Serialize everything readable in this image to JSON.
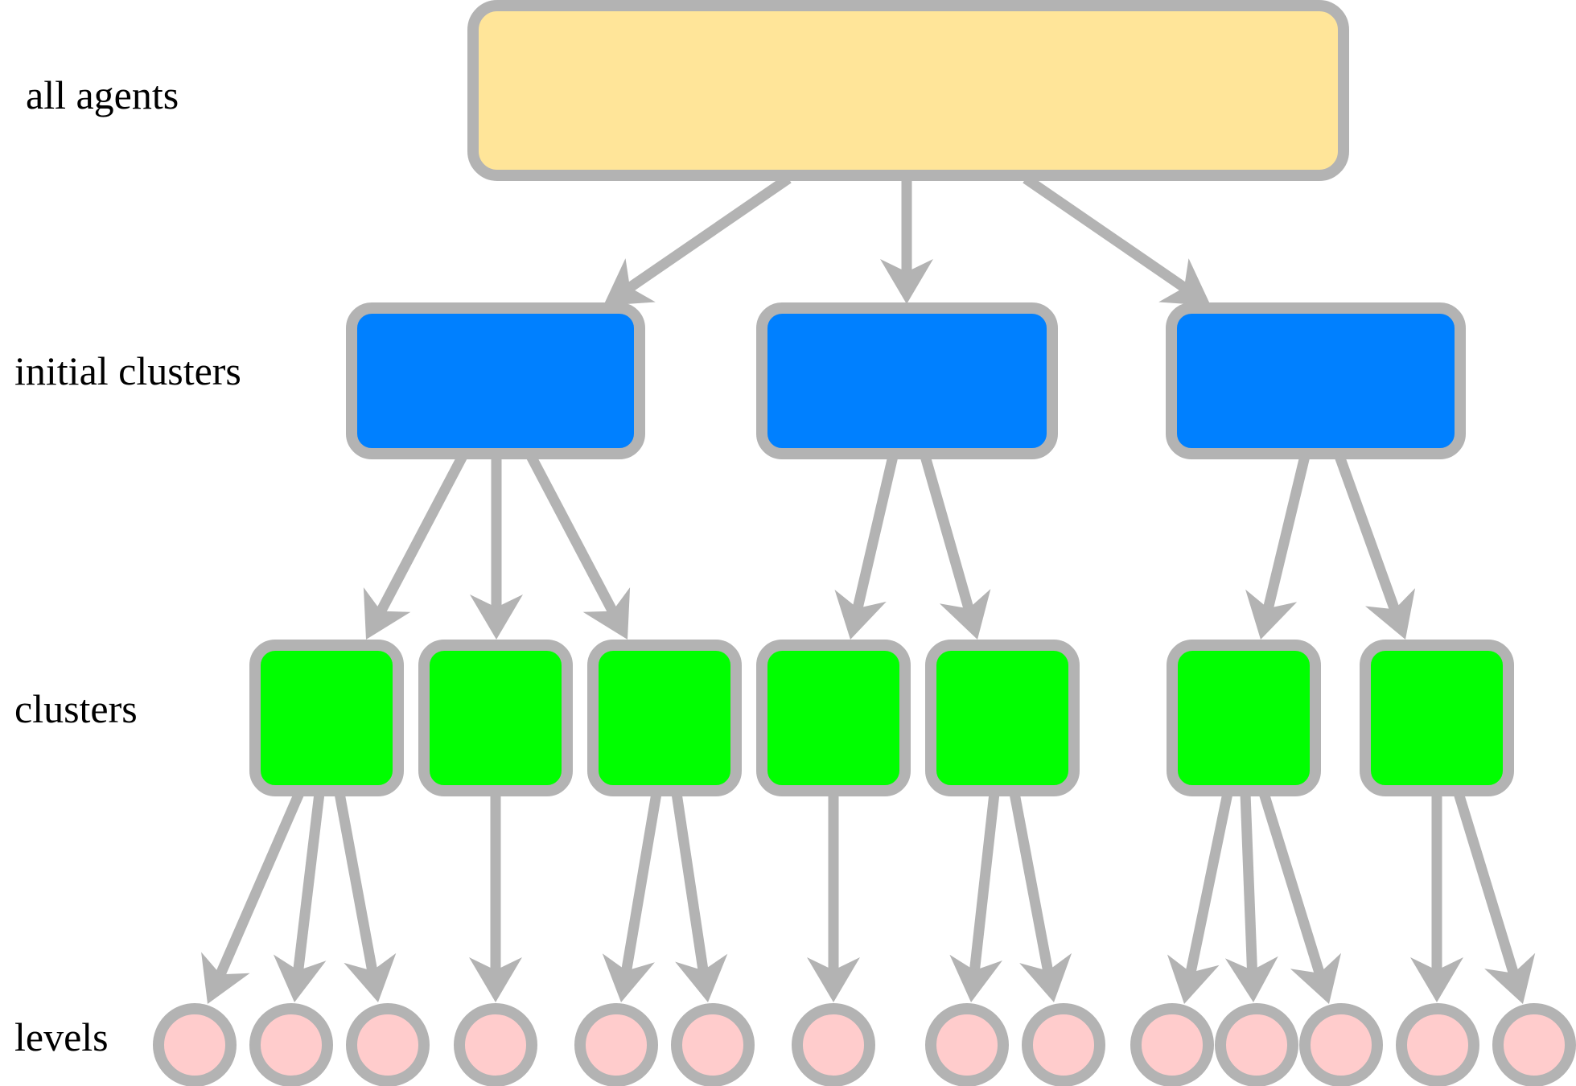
{
  "labels": {
    "all_agents": "all agents",
    "initial_clusters": "initial clusters",
    "clusters": "clusters",
    "levels": "levels"
  },
  "colors": {
    "root_fill": "#ffe599",
    "initial_cluster_fill": "#0080ff",
    "cluster_fill": "#00ff00",
    "level_fill": "#ffcccc",
    "outline": "#b3b3b3"
  },
  "tree": {
    "root": "all agents",
    "children": [
      {
        "initial_cluster": 1,
        "clusters": [
          {
            "levels": 3
          },
          {
            "levels": 1
          },
          {
            "levels": 2
          }
        ]
      },
      {
        "initial_cluster": 2,
        "clusters": [
          {
            "levels": 1
          },
          {
            "levels": 2
          }
        ]
      },
      {
        "initial_cluster": 3,
        "clusters": [
          {
            "levels": 3
          },
          {
            "levels": 2
          }
        ]
      }
    ]
  }
}
